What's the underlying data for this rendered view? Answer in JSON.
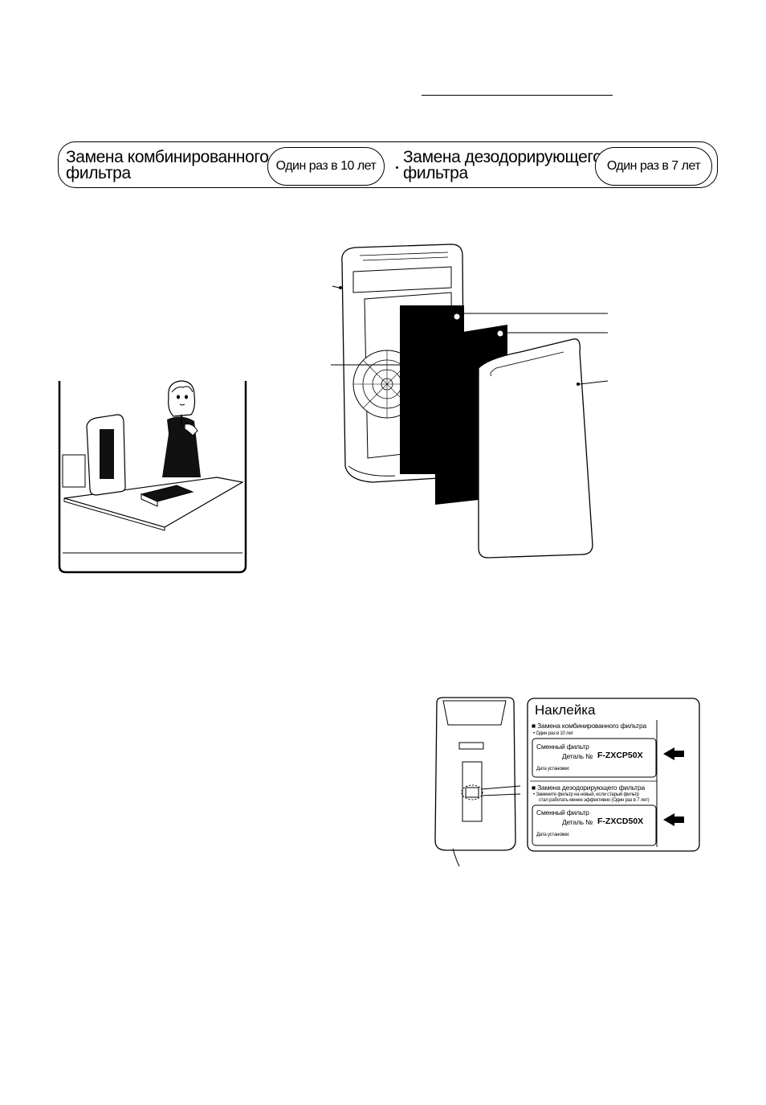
{
  "banner": {
    "combined_title_line1": "Замена комбинированного",
    "combined_title_line2": "фильтра",
    "combined_interval": "Один раз в 10 лет",
    "deodorizing_title_line1": "Замена дезодорирующего",
    "deodorizing_title_line2": "фильтра",
    "deodorizing_interval": "Один раз в 7 лет"
  },
  "sticker": {
    "title": "Наклейка",
    "combined": {
      "heading": "Замена комбинированного фильтра",
      "note": "Один раз в 10 лет",
      "replacement_label": "Сменный фильтр",
      "part_label": "Деталь №",
      "part_code": "F-ZXCP50X",
      "install_date_label": "Дата установки:"
    },
    "deodorizing": {
      "heading": "Замена дезодорирующего фильтра",
      "note_line1": "Замените фильтр на новый, если старый фильтр",
      "note_line2": "стал работать менее эффективно (Один раз в 7 лет)",
      "replacement_label": "Сменный фильтр",
      "part_label": "Деталь №",
      "part_code": "F-ZXCD50X",
      "install_date_label": "Дата установки:"
    }
  }
}
